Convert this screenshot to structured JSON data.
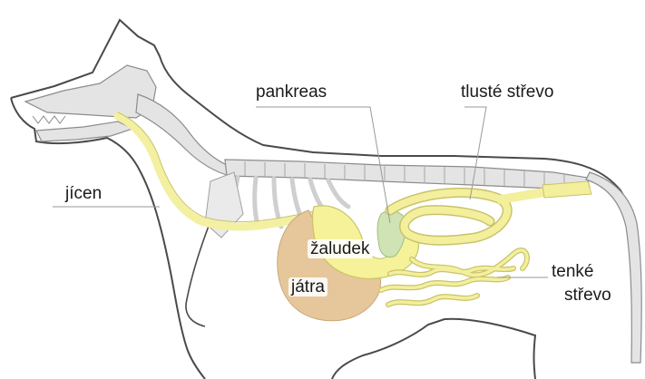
{
  "labels": {
    "esophagus": "jícen",
    "pancreas": "pankreas",
    "large_intestine": "tlusté střevo",
    "stomach": "žaludek",
    "liver": "játra",
    "small_intestine_line1": "tenké",
    "small_intestine_line2": "střevo"
  },
  "colors": {
    "outline": "#4a4a4a",
    "bone": "#e4e4e4",
    "esophagus": "#f3f0a2",
    "stomach": "#f5f29a",
    "liver": "#e6c79c",
    "pancreas": "#cfe3b4",
    "small_intestine": "#f3ef9c",
    "large_intestine": "#f3ef9c",
    "leader_line": "#9a9a9a"
  }
}
